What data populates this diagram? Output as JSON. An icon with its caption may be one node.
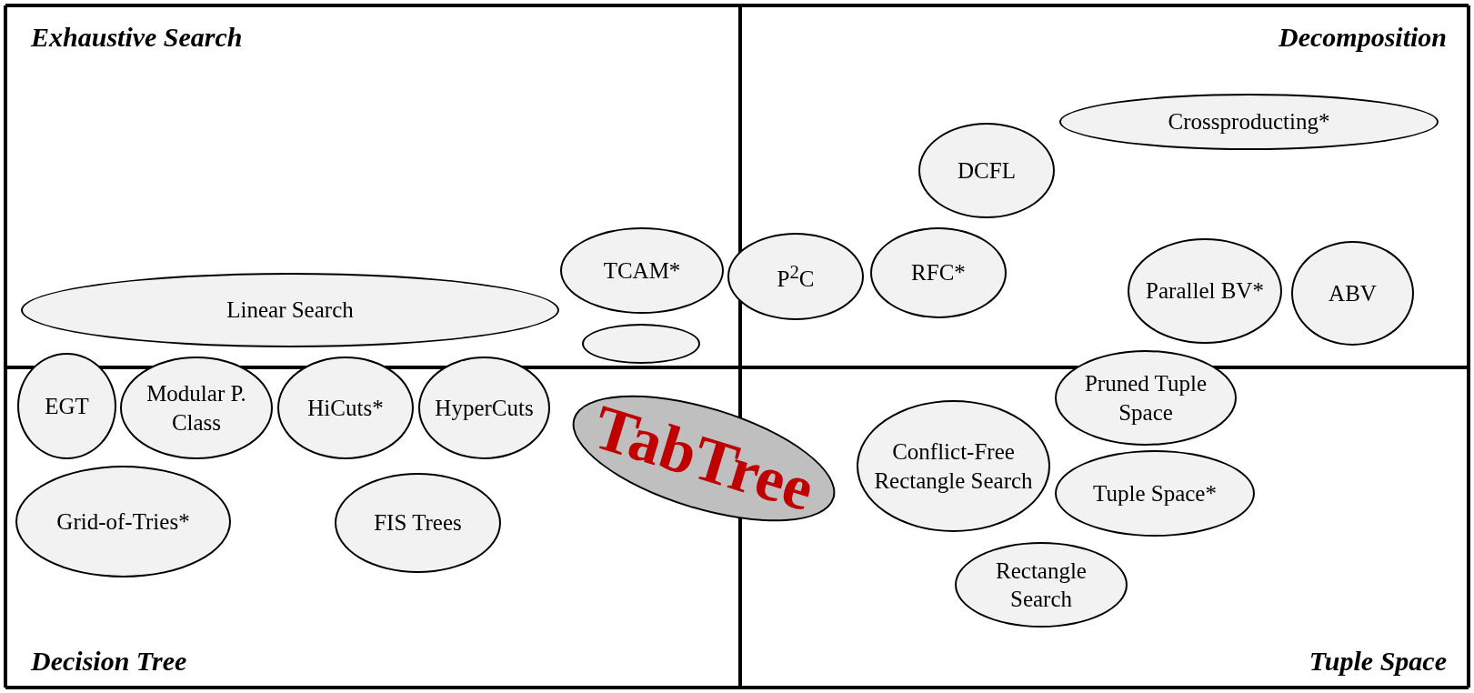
{
  "diagram": {
    "nodes": [
      {
        "text": [
          "Crossproducting*"
        ]
      },
      {
        "text": [
          "DCFL"
        ]
      },
      {
        "text": [
          "TCAM*"
        ]
      },
      {
        "text": [
          "P$^{2}$C"
        ]
      },
      {
        "text": [
          "RFC*"
        ]
      },
      {
        "text": [
          "Parallel BV*"
        ]
      },
      {
        "text": [
          "ABV"
        ]
      },
      {
        "text": [
          "Linear Search"
        ]
      },
      {
        "text": [],
        "shape": "ellipse"
      },
      {
        "text": [
          "Pruned Tuple Space"
        ]
      },
      {
        "text": [
          "EGT"
        ]
      },
      {
        "text": [
          "Modular P. Class"
        ]
      },
      {
        "text": [
          "HiCuts*"
        ]
      },
      {
        "text": [
          "HyperCuts"
        ]
      },
      {
        "text": [
          "TabTree"
        ]
      },
      {
        "text": [
          "Conflict-Free Rectangle Search"
        ]
      },
      {
        "text": [
          "Tuple Space*"
        ]
      },
      {
        "text": [
          "Grid-of-Tries*"
        ]
      },
      {
        "text": [
          "FIS Trees"
        ]
      },
      {
        "text": [
          "Rectangle Search"
        ]
      }
    ],
    "edges": [],
    "labels": [
      "Exhaustive Search",
      "Decomposition",
      "Decision Tree",
      "Tuple Space"
    ]
  }
}
